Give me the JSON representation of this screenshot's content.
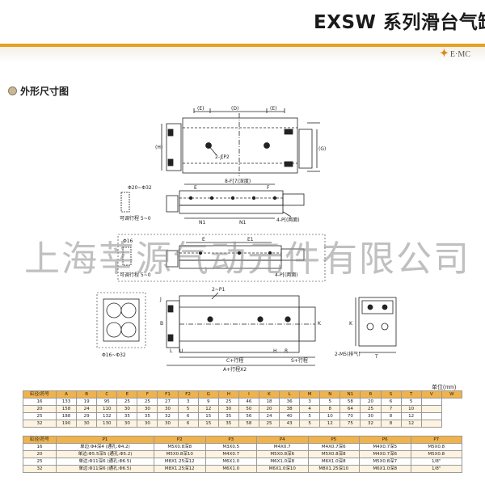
{
  "header": {
    "title": "EXSW 系列滑台气缸",
    "logo_text": "E·MC"
  },
  "section": {
    "title": "外形尺寸图"
  },
  "watermark": "上海莘源气动元件有限公司",
  "drawing_labels": {
    "top_view": {
      "dim_e_left": "(E)",
      "dim_d": "(D)",
      "dim_e_right": "(E)",
      "dim_h": "(H)",
      "dim_g": "(G)",
      "hole": "2-J[P2"
    },
    "side_view": {
      "bore_range": "Φ20~Φ32",
      "holes": "8-F[7(深度)",
      "dim_e": "E",
      "dim_f": "F",
      "dim_n1": "N1",
      "dim_n": "N1",
      "stroke_adj": "可调行程 5~0",
      "ports": "4-P[(两面)"
    },
    "side_view_16": {
      "bore": "Φ16",
      "dim_e": "E",
      "dim_e1": "E1",
      "stroke_adj": "可调行程 5~0",
      "ports": "4-P[(两面)"
    },
    "front_view": {
      "port": "2~P1",
      "dim_j": "J",
      "dim_b": "B",
      "dim_l": "L",
      "dim_u": "U",
      "dim_h": "H",
      "dim_r": "R",
      "dim_k": "K",
      "dim_c": "C+行程",
      "dim_s": "S+行程",
      "dim_a": "A+行程X2"
    },
    "end_view": {
      "note": "2-M5(排气)",
      "dim_k": "K",
      "dim_t": "T"
    },
    "detail_view": {
      "bore_range": "Φ16~Φ32"
    }
  },
  "unit_label": "单位(mm)",
  "table1": {
    "headers": [
      "缸径\\符号",
      "A",
      "B",
      "C",
      "E",
      "F",
      "F1",
      "F2",
      "G",
      "H",
      "I",
      "K",
      "L",
      "M",
      "N",
      "N1",
      "R",
      "S",
      "T",
      "V",
      "W"
    ],
    "rows": [
      [
        "16",
        "133",
        "19",
        "95",
        "25",
        "25",
        "27",
        "3",
        "9",
        "25",
        "46",
        "18",
        "36",
        "3",
        "5",
        "58",
        "20",
        "6",
        "5",
        ""
      ],
      [
        "20",
        "158",
        "24",
        "110",
        "30",
        "30",
        "30",
        "5",
        "12",
        "30",
        "50",
        "20",
        "38",
        "4",
        "8",
        "64",
        "25",
        "7",
        "10",
        ""
      ],
      [
        "25",
        "188",
        "29",
        "132",
        "35",
        "35",
        "32",
        "6",
        "15",
        "35",
        "56",
        "24",
        "40",
        "5",
        "10",
        "70",
        "30",
        "8",
        "12",
        ""
      ],
      [
        "32",
        "190",
        "30",
        "130",
        "30",
        "30",
        "30",
        "6",
        "15",
        "35",
        "58",
        "25",
        "43",
        "5",
        "12",
        "75",
        "32",
        "8",
        "12",
        ""
      ]
    ]
  },
  "table2": {
    "headers": [
      "缸径\\符号",
      "P1",
      "P2",
      "P3",
      "P4",
      "P5",
      "P6",
      "P7"
    ],
    "rows": [
      [
        "16",
        "单边:Φ4深4 (通孔:Φ4.2)",
        "M5X0.8深8",
        "M3X0.5",
        "M4X0.7",
        "M4X0.7深6",
        "M4X0.7深5",
        "M5X0.8"
      ],
      [
        "20",
        "单边:Φ5.5深5 (通孔:Φ5.2)",
        "M5X0.8深10",
        "M4X0.7",
        "M5X0.8深6",
        "M5X0.8深8",
        "M4X0.7深6",
        "M5X0.8"
      ],
      [
        "25",
        "单边:Φ11深6 (通孔:Φ6.5)",
        "M8X1.25深12",
        "M6X1.0",
        "M6X1.0深8",
        "M6X1.0深8",
        "M5X0.8深7",
        "1/8\""
      ],
      [
        "32",
        "单边:Φ11深6 (通孔:Φ6.5)",
        "M8X1.25深12",
        "M6X1.0",
        "M6X1.0深10",
        "M8X1.25深10",
        "M6X1.0深8",
        "1/8\""
      ]
    ]
  },
  "colors": {
    "accent": "#e8a020",
    "table_header": "#f0b24a"
  }
}
